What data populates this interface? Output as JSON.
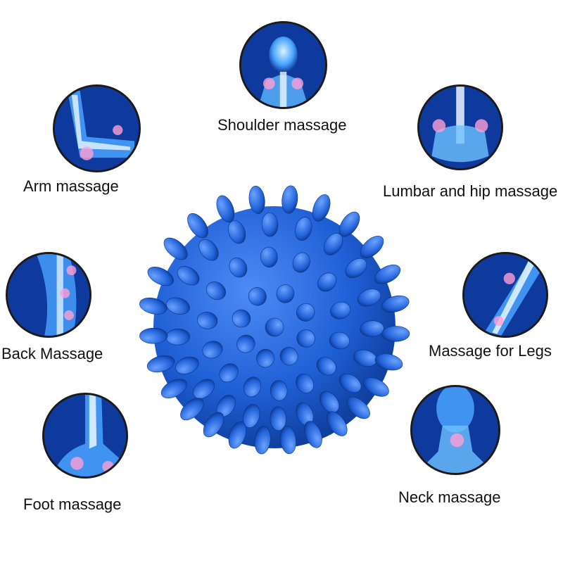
{
  "labels": {
    "shoulder": "Shoulder massage",
    "arm": "Arm massage",
    "lumbar": "Lumbar and hip massage",
    "back": "Back Massage",
    "legs": "Massage for Legs",
    "foot": "Foot massage",
    "neck": "Neck massage"
  },
  "colors": {
    "ball": "#1f5fd6",
    "anatomy_bg": "#1a4fb8",
    "highlight": "#ff9fd6"
  }
}
